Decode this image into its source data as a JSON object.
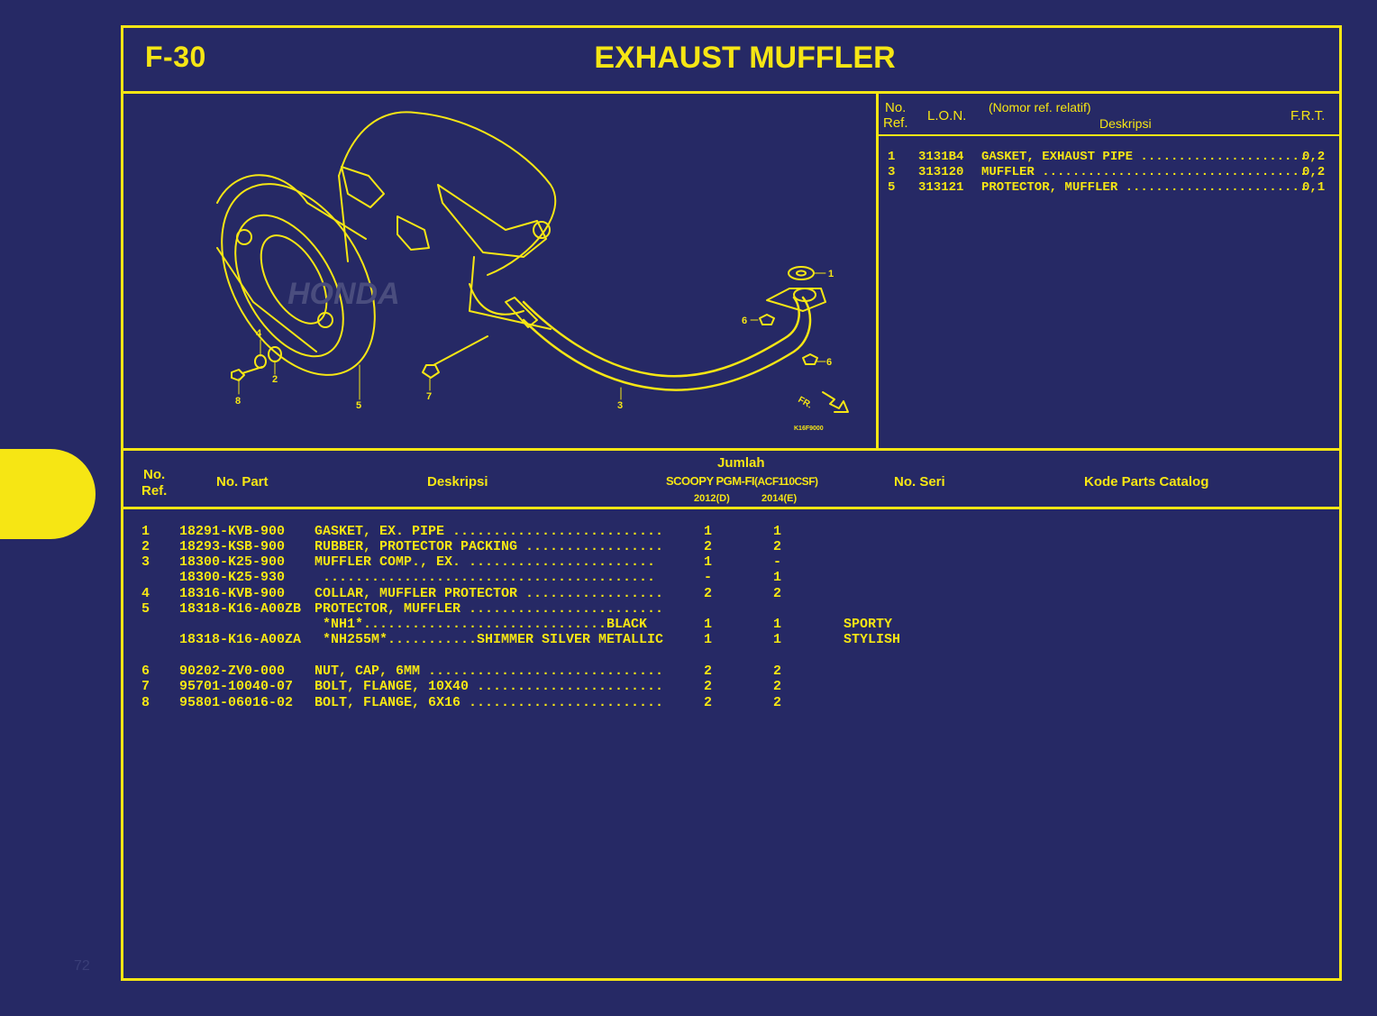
{
  "page": {
    "figure_no": "F-30",
    "title": "EXHAUST MUFFLER",
    "faint_page": "72"
  },
  "diagram": {
    "code": "K16F9000",
    "front_marker": "FR.",
    "brand_watermark": "HONDA",
    "callouts": [
      "1",
      "2",
      "3",
      "4",
      "5",
      "6",
      "6",
      "7",
      "8"
    ]
  },
  "lon_table": {
    "headers": {
      "no_ref_1": "No.",
      "no_ref_2": "Ref.",
      "lon": "L.O.N.",
      "nomor": "(Nomor ref. relatif)",
      "deskripsi": "Deskripsi",
      "frt": "F.R.T."
    },
    "rows": [
      {
        "ref": "1",
        "lon": "3131B4",
        "desc": "GASKET, EXHAUST PIPE ......................",
        "frt": "0,2"
      },
      {
        "ref": "3",
        "lon": "313120",
        "desc": "MUFFLER ...................................",
        "frt": "0,2"
      },
      {
        "ref": "5",
        "lon": "313121",
        "desc": "PROTECTOR, MUFFLER ........................",
        "frt": "0,1"
      }
    ]
  },
  "parts_table": {
    "headers": {
      "no_ref_1": "No.",
      "no_ref_2": "Ref.",
      "no_part": "No. Part",
      "deskripsi": "Deskripsi",
      "jumlah": "Jumlah",
      "model": "SCOOPY PGM-FI",
      "model_code": "(ACF110CSF)",
      "col_2012": "2012(D)",
      "col_2014": "2014(E)",
      "no_seri": "No. Seri",
      "kode": "Kode Parts Catalog"
    },
    "rows": [
      {
        "ref": "1",
        "part": "18291-KVB-900",
        "desc": "GASKET, EX. PIPE ..........................",
        "q1": "1",
        "q2": "1",
        "seri": ""
      },
      {
        "ref": "2",
        "part": "18293-KSB-900",
        "desc": "RUBBER, PROTECTOR PACKING .................",
        "q1": "2",
        "q2": "2",
        "seri": ""
      },
      {
        "ref": "3",
        "part": "18300-K25-900",
        "desc": "MUFFLER COMP., EX. .......................",
        "q1": "1",
        "q2": "-",
        "seri": ""
      },
      {
        "ref": "",
        "part": "18300-K25-930",
        "desc": " .........................................",
        "q1": "-",
        "q2": "1",
        "seri": ""
      },
      {
        "ref": "4",
        "part": "18316-KVB-900",
        "desc": "COLLAR, MUFFLER PROTECTOR .................",
        "q1": "2",
        "q2": "2",
        "seri": ""
      },
      {
        "ref": "5",
        "part": "18318-K16-A00ZB",
        "desc": "PROTECTOR, MUFFLER ........................",
        "q1": "",
        "q2": "",
        "seri": ""
      },
      {
        "ref": "",
        "part": "",
        "desc": " *NH1*..............................BLACK",
        "q1": "1",
        "q2": "1",
        "seri": "SPORTY"
      },
      {
        "ref": "",
        "part": "18318-K16-A00ZA",
        "desc": " *NH255M*...........SHIMMER SILVER METALLIC",
        "q1": "1",
        "q2": "1",
        "seri": "STYLISH"
      },
      {
        "ref": "6",
        "part": "90202-ZV0-000",
        "desc": "NUT, CAP, 6MM .............................",
        "q1": "2",
        "q2": "2",
        "seri": ""
      },
      {
        "ref": "7",
        "part": "95701-10040-07",
        "desc": "BOLT, FLANGE, 10X40 .......................",
        "q1": "2",
        "q2": "2",
        "seri": ""
      },
      {
        "ref": "8",
        "part": "95801-06016-02",
        "desc": "BOLT, FLANGE, 6X16 ........................",
        "q1": "2",
        "q2": "2",
        "seri": ""
      }
    ]
  },
  "colors": {
    "background": "#262965",
    "accent": "#f6e614"
  }
}
